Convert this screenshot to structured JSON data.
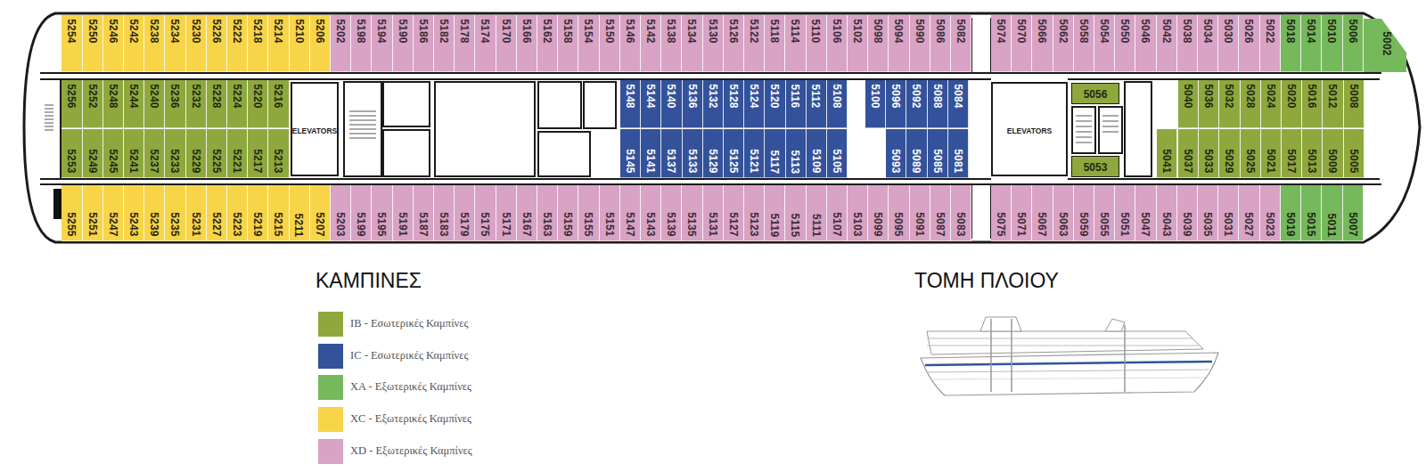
{
  "diagram": {
    "nodes": [
      {
        "text": [
          "5254"
        ]
      },
      {
        "text": [
          "5250"
        ]
      },
      {
        "text": [
          "5246"
        ]
      },
      {
        "text": [
          "5242"
        ]
      },
      {
        "text": [
          "5238"
        ]
      },
      {
        "text": [
          "5234"
        ]
      },
      {
        "text": [
          "5230"
        ]
      },
      {
        "text": [
          "5226"
        ]
      },
      {
        "text": [
          "5222"
        ]
      },
      {
        "text": [
          "5218"
        ]
      },
      {
        "text": [
          "5214"
        ]
      },
      {
        "text": [
          "5210"
        ]
      },
      {
        "text": [
          "5206"
        ]
      },
      {
        "text": [
          "5202"
        ]
      },
      {
        "text": [
          "5198"
        ]
      },
      {
        "text": [
          "5194"
        ]
      },
      {
        "text": [
          "5190"
        ]
      },
      {
        "text": [
          "5186"
        ]
      },
      {
        "text": [
          "5182"
        ]
      },
      {
        "text": [
          "5178"
        ]
      },
      {
        "text": [
          "5174"
        ]
      },
      {
        "text": [
          "5170"
        ]
      },
      {
        "text": [
          "5166"
        ]
      },
      {
        "text": [
          "5162"
        ]
      },
      {
        "text": [
          "5158"
        ]
      },
      {
        "text": [
          "5154"
        ]
      },
      {
        "text": [
          "5150"
        ]
      },
      {
        "text": [
          "5146"
        ]
      },
      {
        "text": [
          "5142"
        ]
      },
      {
        "text": [
          "5138"
        ]
      },
      {
        "text": [
          "5134"
        ]
      },
      {
        "text": [
          "5130"
        ]
      },
      {
        "text": [
          "5126"
        ]
      },
      {
        "text": [
          "5122"
        ]
      },
      {
        "text": [
          "5118"
        ]
      },
      {
        "text": [
          "5114"
        ]
      },
      {
        "text": [
          "5110"
        ]
      },
      {
        "text": [
          "5106"
        ]
      },
      {
        "text": [
          "5102"
        ]
      },
      {
        "text": [
          "5098"
        ]
      },
      {
        "text": [
          "5094"
        ]
      },
      {
        "text": [
          "5090"
        ]
      },
      {
        "text": [
          "5086"
        ]
      },
      {
        "text": [
          "5082"
        ]
      },
      {
        "text": [
          "5074"
        ]
      },
      {
        "text": [
          "5070"
        ]
      },
      {
        "text": [
          "5066"
        ]
      },
      {
        "text": [
          "5062"
        ]
      },
      {
        "text": [
          "5058"
        ]
      },
      {
        "text": [
          "5054"
        ]
      },
      {
        "text": [
          "5050"
        ]
      },
      {
        "text": [
          "5046"
        ]
      },
      {
        "text": [
          "5042"
        ]
      },
      {
        "text": [
          "5038"
        ]
      },
      {
        "text": [
          "5034"
        ]
      },
      {
        "text": [
          "5030"
        ]
      },
      {
        "text": [
          "5026"
        ]
      },
      {
        "text": [
          "5022"
        ]
      },
      {
        "text": [
          "5018"
        ]
      },
      {
        "text": [
          "5014"
        ]
      },
      {
        "text": [
          "5010"
        ]
      },
      {
        "text": [
          "5006"
        ]
      },
      {
        "text": [
          "5002"
        ]
      },
      {
        "text": [
          "5256"
        ]
      },
      {
        "text": [
          "5252"
        ]
      },
      {
        "text": [
          "5248"
        ]
      },
      {
        "text": [
          "5244"
        ]
      },
      {
        "text": [
          "5240"
        ]
      },
      {
        "text": [
          "5236"
        ]
      },
      {
        "text": [
          "5232"
        ]
      },
      {
        "text": [
          "5228"
        ]
      },
      {
        "text": [
          "5224"
        ]
      },
      {
        "text": [
          "5220"
        ]
      },
      {
        "text": [
          "5216"
        ]
      },
      {
        "text": [
          "ELEVATORS"
        ]
      },
      {
        "text": [
          "5148"
        ]
      },
      {
        "text": [
          "5144"
        ]
      },
      {
        "text": [
          "5140"
        ]
      },
      {
        "text": [
          "5136"
        ]
      },
      {
        "text": [
          "5132"
        ]
      },
      {
        "text": [
          "5128"
        ]
      },
      {
        "text": [
          "5124"
        ]
      },
      {
        "text": [
          "5120"
        ]
      },
      {
        "text": [
          "5116"
        ]
      },
      {
        "text": [
          "5112"
        ]
      },
      {
        "text": [
          "5108"
        ]
      },
      {
        "text": [
          "5100"
        ]
      },
      {
        "text": [
          "5096"
        ]
      },
      {
        "text": [
          "5092"
        ]
      },
      {
        "text": [
          "5088"
        ]
      },
      {
        "text": [
          "5084"
        ]
      },
      {
        "text": [
          "ELEVATORS"
        ]
      },
      {
        "text": [
          "5056"
        ]
      },
      {
        "text": [
          "5040"
        ]
      },
      {
        "text": [
          "5036"
        ]
      },
      {
        "text": [
          "5032"
        ]
      },
      {
        "text": [
          "5028"
        ]
      },
      {
        "text": [
          "5024"
        ]
      },
      {
        "text": [
          "5020"
        ]
      },
      {
        "text": [
          "5016"
        ]
      },
      {
        "text": [
          "5012"
        ]
      },
      {
        "text": [
          "5008"
        ]
      },
      {
        "text": [
          "5253"
        ]
      },
      {
        "text": [
          "5249"
        ]
      },
      {
        "text": [
          "5245"
        ]
      },
      {
        "text": [
          "5241"
        ]
      },
      {
        "text": [
          "5237"
        ]
      },
      {
        "text": [
          "5233"
        ]
      },
      {
        "text": [
          "5229"
        ]
      },
      {
        "text": [
          "5225"
        ]
      },
      {
        "text": [
          "5221"
        ]
      },
      {
        "text": [
          "5217"
        ]
      },
      {
        "text": [
          "5213"
        ]
      },
      {
        "text": [
          "5145"
        ]
      },
      {
        "text": [
          "5141"
        ]
      },
      {
        "text": [
          "5137"
        ]
      },
      {
        "text": [
          "5133"
        ]
      },
      {
        "text": [
          "5129"
        ]
      },
      {
        "text": [
          "5125"
        ]
      },
      {
        "text": [
          "5121"
        ]
      },
      {
        "text": [
          "5117"
        ]
      },
      {
        "text": [
          "5113"
        ]
      },
      {
        "text": [
          "5109"
        ]
      },
      {
        "text": [
          "5105"
        ]
      },
      {
        "text": [
          "5093"
        ]
      },
      {
        "text": [
          "5089"
        ]
      },
      {
        "text": [
          "5085"
        ]
      },
      {
        "text": [
          "5081"
        ]
      },
      {
        "text": [
          "5053"
        ]
      },
      {
        "text": [
          "5041"
        ]
      },
      {
        "text": [
          "5037"
        ]
      },
      {
        "text": [
          "5033"
        ]
      },
      {
        "text": [
          "5029"
        ]
      },
      {
        "text": [
          "5025"
        ]
      },
      {
        "text": [
          "5021"
        ]
      },
      {
        "text": [
          "5017"
        ]
      },
      {
        "text": [
          "5013"
        ]
      },
      {
        "text": [
          "5009"
        ]
      },
      {
        "text": [
          "5005"
        ]
      },
      {
        "text": [
          "5255"
        ]
      },
      {
        "text": [
          "5251"
        ]
      },
      {
        "text": [
          "5247"
        ]
      },
      {
        "text": [
          "5243"
        ]
      },
      {
        "text": [
          "5239"
        ]
      },
      {
        "text": [
          "5235"
        ]
      },
      {
        "text": [
          "5231"
        ]
      },
      {
        "text": [
          "5227"
        ]
      },
      {
        "text": [
          "5223"
        ]
      },
      {
        "text": [
          "5219"
        ]
      },
      {
        "text": [
          "5215"
        ]
      },
      {
        "text": [
          "5211"
        ]
      },
      {
        "text": [
          "5207"
        ]
      },
      {
        "text": [
          "5203"
        ]
      },
      {
        "text": [
          "5199"
        ]
      },
      {
        "text": [
          "5195"
        ]
      },
      {
        "text": [
          "5191"
        ]
      },
      {
        "text": [
          "5187"
        ]
      },
      {
        "text": [
          "5183"
        ]
      },
      {
        "text": [
          "5179"
        ]
      },
      {
        "text": [
          "5175"
        ]
      },
      {
        "text": [
          "5171"
        ]
      },
      {
        "text": [
          "5167"
        ]
      },
      {
        "text": [
          "5163"
        ]
      },
      {
        "text": [
          "5159"
        ]
      },
      {
        "text": [
          "5155"
        ]
      },
      {
        "text": [
          "5151"
        ]
      },
      {
        "text": [
          "5147"
        ]
      },
      {
        "text": [
          "5143"
        ]
      },
      {
        "text": [
          "5139"
        ]
      },
      {
        "text": [
          "5135"
        ]
      },
      {
        "text": [
          "5131"
        ]
      },
      {
        "text": [
          "5127"
        ]
      },
      {
        "text": [
          "5123"
        ]
      },
      {
        "text": [
          "5119"
        ]
      },
      {
        "text": [
          "5115"
        ]
      },
      {
        "text": [
          "5111"
        ]
      },
      {
        "text": [
          "5107"
        ]
      },
      {
        "text": [
          "5103"
        ]
      },
      {
        "text": [
          "5099"
        ]
      },
      {
        "text": [
          "5095"
        ]
      },
      {
        "text": [
          "5091"
        ]
      },
      {
        "text": [
          "5087"
        ]
      },
      {
        "text": [
          "5083"
        ]
      },
      {
        "text": [
          "5075"
        ]
      },
      {
        "text": [
          "5071"
        ]
      },
      {
        "text": [
          "5067"
        ]
      },
      {
        "text": [
          "5063"
        ]
      },
      {
        "text": [
          "5059"
        ]
      },
      {
        "text": [
          "5055"
        ]
      },
      {
        "text": [
          "5051"
        ]
      },
      {
        "text": [
          "5047"
        ]
      },
      {
        "text": [
          "5043"
        ]
      },
      {
        "text": [
          "5039"
        ]
      },
      {
        "text": [
          "5035"
        ]
      },
      {
        "text": [
          "5031"
        ]
      },
      {
        "text": [
          "5027"
        ]
      },
      {
        "text": [
          "5023"
        ]
      },
      {
        "text": [
          "5019"
        ]
      },
      {
        "text": [
          "5015"
        ]
      },
      {
        "text": [
          "5011"
        ]
      },
      {
        "text": [
          "5007"
        ]
      }
    ],
    "labels": [
      "ΚΑΜΠΙΝΕΣ",
      "ΤΟΜΗ ΠΛΟΙΟΥ"
    ],
    "legend": [
      {
        "text": "IB - Εσωτερικές Καμπίνες",
        "color": "#8fa83e"
      },
      {
        "text": "IC - Εσωτερικές Καμπίνες",
        "color": "#33529b"
      },
      {
        "text": "XA - Εξωτερικές Καμπίνες",
        "color": "#76b85c"
      },
      {
        "text": "XC - Εξωτερικές Καμπίνες",
        "color": "#f8d548"
      },
      {
        "text": "XD - Εξωτερικές Καμπίνες",
        "color": "#d8a3c4"
      }
    ]
  }
}
